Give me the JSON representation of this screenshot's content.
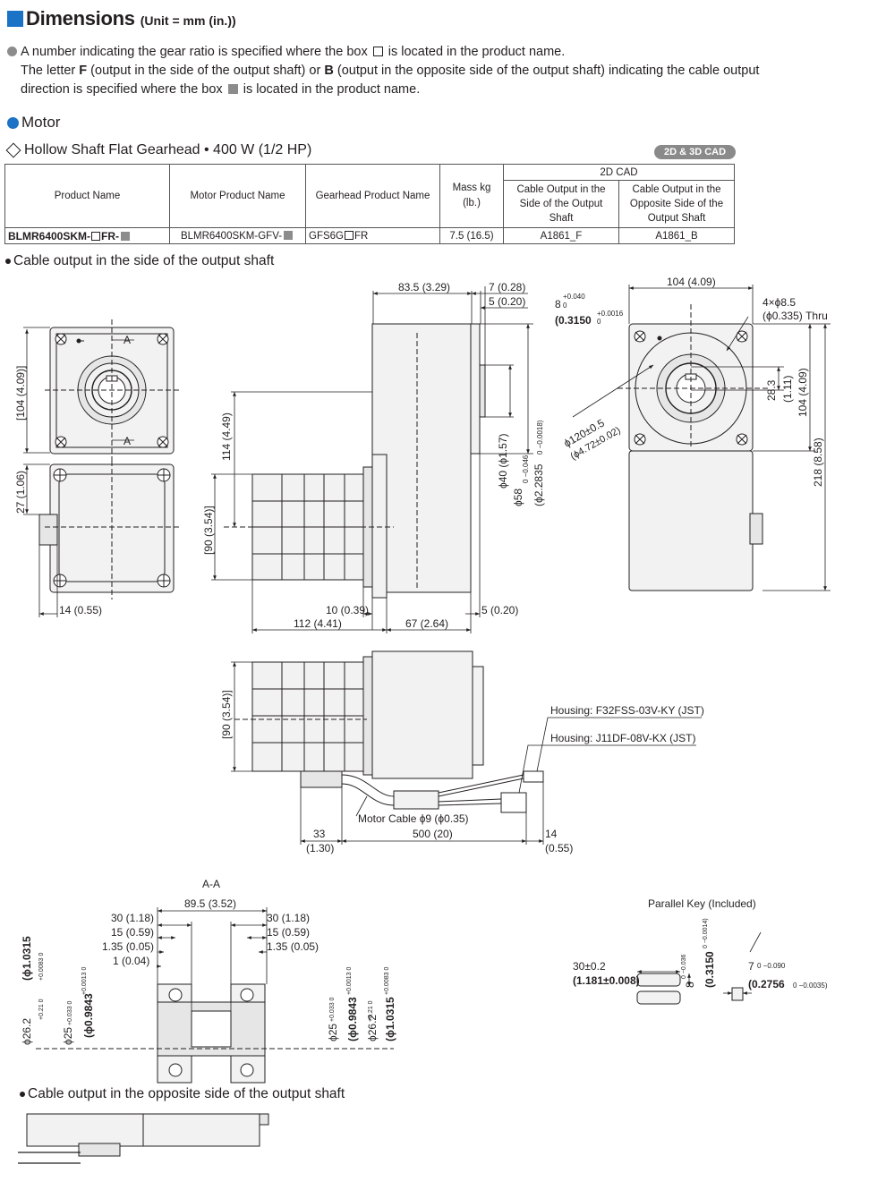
{
  "header": {
    "title": "Dimensions",
    "unit": "(Unit = mm (in.))"
  },
  "notes": {
    "line1_a": "A number indicating the gear ratio is specified where the box",
    "line1_b": "is located in the product name.",
    "line2_a": "The letter",
    "line2_f": "F",
    "line2_b": "(output in the side of the output shaft) or",
    "line2_bb": "B",
    "line2_c": "(output in the opposite side of the output shaft) indicating the cable output",
    "line3_a": "direction is specified where the box",
    "line3_b": "is located in the product name."
  },
  "section": "Motor",
  "product_line": "Hollow Shaft Flat Gearhead • 400 W (1/2 HP)",
  "cad_badge": "2D & 3D CAD",
  "table": {
    "h_product": "Product Name",
    "h_motor": "Motor Product Name",
    "h_gearhead": "Gearhead Product Name",
    "h_mass": "Mass kg (lb.)",
    "h_2dcad": "2D CAD",
    "h_side": "Cable Output in the Side of the Output Shaft",
    "h_opposite": "Cable Output in the Opposite Side of the Output Shaft",
    "product_a": "BLMR6400SKM-",
    "product_b": "FR-",
    "motor_a": "BLMR6400SKM-GFV-",
    "gear_a": "GFS6G",
    "gear_b": "FR",
    "mass": "7.5 (16.5)",
    "cad_side": "A1861_F",
    "cad_opposite": "A1861_B"
  },
  "sub1": "Cable output in the side of the output shaft",
  "sub2": "Cable output in the opposite side of the output shaft",
  "dims": {
    "d83": "83.5 (3.29)",
    "d7": "7 (0.28)",
    "d5t": "5 (0.20)",
    "d8": "8",
    "d8tol": "+0.040",
    "d8tol0": "0",
    "d3150": "(0.3150",
    "d3150tol": "+0.0016",
    "d3150tol0": "0",
    "d104t": "104 (4.09)",
    "d4x": "4×ϕ8.5",
    "d4xin": "(ϕ0.335) Thru",
    "d104l": "[104 (4.09)]",
    "d27": "27 (1.06)",
    "dA1": "A",
    "dA2": "A",
    "d114": "114 (4.49)",
    "d90": "[90 (3.54)]",
    "d157": "ϕ40 (ϕ1.57)",
    "d58": "ϕ58",
    "d58tol": "0 −0.046",
    "d2835": "(ϕ2.2835",
    "d2835tol": "0 −0.0018)",
    "d120": "ϕ120±0.5",
    "d472": "(ϕ4.72±0.02)",
    "d283": "28.3",
    "d111": "(1.11)",
    "d104r": "104 (4.09)",
    "d218": "218 (8.58)",
    "d14": "14 (0.55)",
    "d10": "10 (0.39)",
    "d112": "112 (4.41)",
    "d67": "67 (2.64)",
    "d5b": "5 (0.20)",
    "d90b": "[90 (3.54)]",
    "housing1": "Housing: F32FSS-03V-KY (JST)",
    "housing2": "Housing: J11DF-08V-KX (JST)",
    "cable": "Motor Cable ϕ9 (ϕ0.35)",
    "d33": "33",
    "d130": "(1.30)",
    "d500": "500 (20)",
    "d14b": "14",
    "d055": "(0.55)",
    "aa": "A-A",
    "d895": "89.5 (3.52)",
    "d30l": "30 (1.18)",
    "d15l": "15 (0.59)",
    "d135l": "1.35 (0.05)",
    "d1l": "1 (0.04)",
    "d30r": "30 (1.18)",
    "d15r": "15 (0.59)",
    "d135r": "1.35 (0.05)",
    "v262": "ϕ26.2",
    "v262tol": "+0.21 0",
    "v10315": "(ϕ1.0315",
    "v10315tol": "+0.0083 0",
    "v25": "ϕ25",
    "v25tol": "+0.033 0",
    "v09843": "(ϕ0.9843",
    "v09843tol": "+0.0013 0",
    "pkey": "Parallel Key (Included)",
    "k30": "30±0.2",
    "k1181": "(1.181±0.008)",
    "k8": "8",
    "k8tol": "0 −0.036",
    "k3150": "(0.3150",
    "k3150tol": "0 −0.0014)",
    "k7": "7",
    "k7tol": "0 −0.090",
    "k2756": "(0.2756",
    "k2756tol": "0 −0.0035)"
  }
}
